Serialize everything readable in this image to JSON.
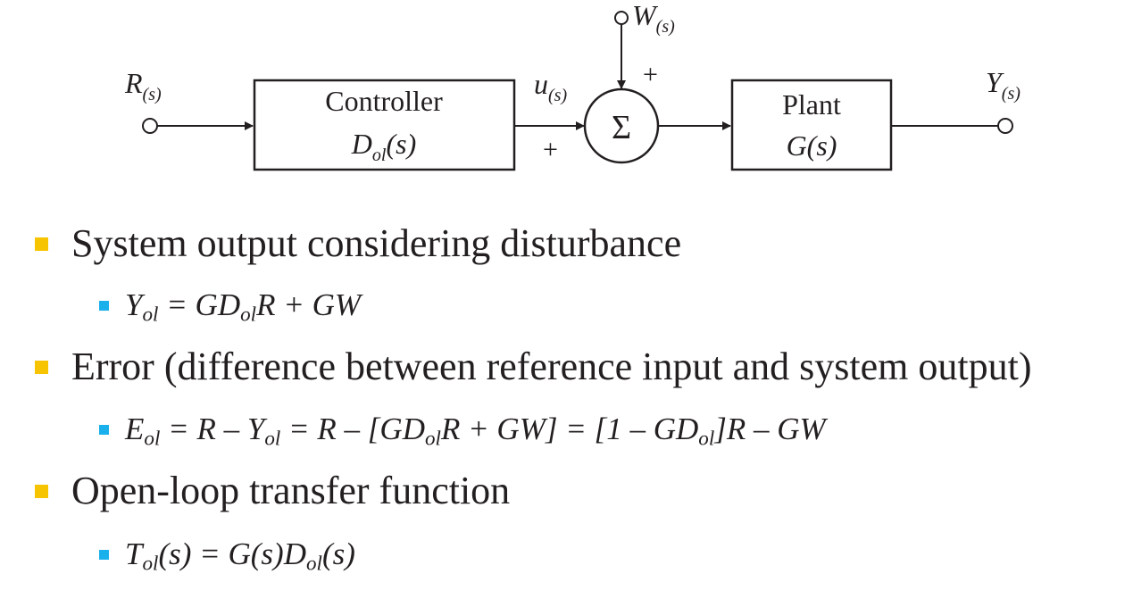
{
  "diagram": {
    "input": {
      "symbol": "R",
      "sub": "(s)"
    },
    "disturbance": {
      "symbol": "W",
      "sub": "(s)",
      "sign": "+"
    },
    "controller_signal": {
      "symbol": "u",
      "sub": "(s)",
      "sign": "+"
    },
    "summing_junction": "Σ",
    "controller": {
      "label": "Controller",
      "fn": "D",
      "fn_sub": "ol",
      "fn_arg": "(s)"
    },
    "plant": {
      "label": "Plant",
      "fn": "G(s)"
    },
    "output": {
      "symbol": "Y",
      "sub": "(s)"
    }
  },
  "bullets": [
    {
      "text": "System output considering disturbance",
      "sub": {
        "e1": "Y",
        "e1s": "ol",
        "e2": " = GD",
        "e2s": "ol",
        "e3": "R + GW"
      }
    },
    {
      "text": "Error (difference between reference input and system output)",
      "sub": {
        "e1": "E",
        "e1s": "ol",
        "e2": " = R – Y",
        "e2s": "ol",
        "e3": " = R – [GD",
        "e3s": "ol",
        "e4": "R + GW] = [",
        "e5": "1",
        "e6": " – GD",
        "e6s": "ol",
        "e7": "]R – GW"
      }
    },
    {
      "text": "Open-loop transfer function",
      "sub": {
        "e1": "T",
        "e1s": "ol",
        "e2": "(s) = G(s)D",
        "e2s": "ol",
        "e3": "(s)"
      }
    }
  ]
}
